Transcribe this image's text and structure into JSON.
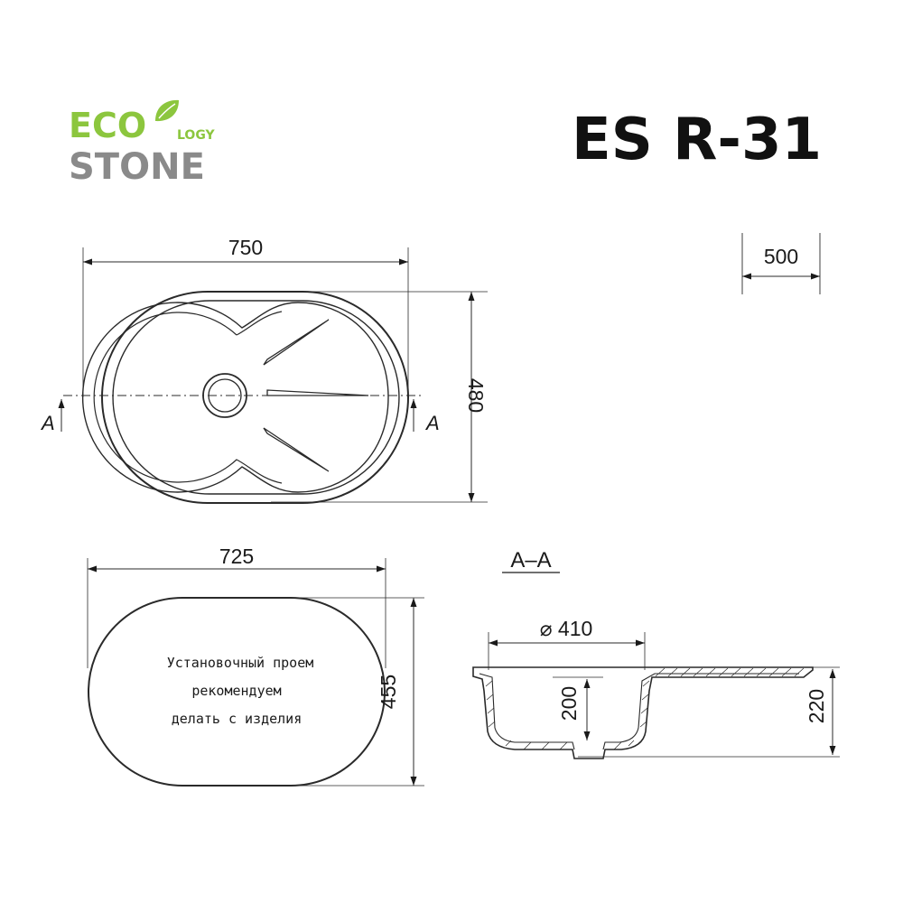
{
  "brand": {
    "eco": "ECO",
    "logy": "LOGY",
    "stone": "STONE",
    "colors": {
      "green": "#8cc63e",
      "gray": "#8a8a8a"
    }
  },
  "model": "ES R-31",
  "top_view": {
    "width": "750",
    "height": "480",
    "section_label_left": "A",
    "section_label_right": "A"
  },
  "depth_dim": "500",
  "cutout": {
    "width": "725",
    "height": "455",
    "note_line1": "Установочный проем",
    "note_line2": "рекомендуем",
    "note_line3": "делать с изделия"
  },
  "section": {
    "title": "А–А",
    "diameter": "⌀ 410",
    "bowl_depth": "200",
    "total_depth": "220"
  }
}
